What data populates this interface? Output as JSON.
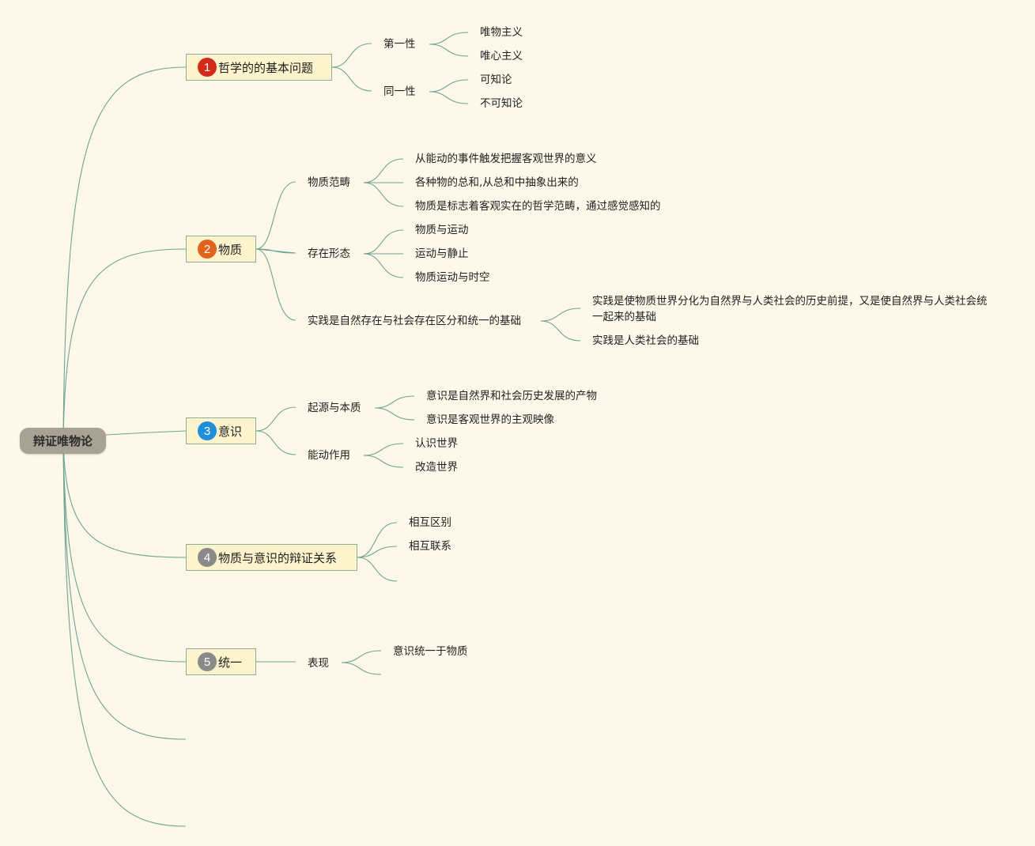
{
  "root": {
    "label": "辩证唯物论"
  },
  "colors": {
    "background": "#fdf8ea",
    "connector": "#6fa48f",
    "topic_fill": "#fdf3cc",
    "topic_border": "#8aae95",
    "root_fill": "#a8a294"
  },
  "topics": [
    {
      "marker": "1",
      "marker_color": "#d22b1c",
      "label": "哲学的的基本问题",
      "children": [
        {
          "label": "第一性",
          "children": [
            {
              "label": "唯物主义"
            },
            {
              "label": "唯心主义"
            }
          ]
        },
        {
          "label": "同一性",
          "children": [
            {
              "label": "可知论"
            },
            {
              "label": "不可知论"
            }
          ]
        }
      ]
    },
    {
      "marker": "2",
      "marker_color": "#e2631b",
      "label": "物质",
      "children": [
        {
          "label": "物质范畴",
          "children": [
            {
              "label": "从能动的事件触发把握客观世界的意义"
            },
            {
              "label": "各种物的总和,从总和中抽象出来的"
            },
            {
              "label": "物质是标志着客观实在的哲学范畴，通过感觉感知的"
            }
          ]
        },
        {
          "label": "存在形态",
          "children": [
            {
              "label": "物质与运动"
            },
            {
              "label": "运动与静止"
            },
            {
              "label": "物质运动与时空"
            }
          ]
        },
        {
          "label": "实践是自然存在与社会存在区分和统一的基础",
          "children": [
            {
              "label": "实践是使物质世界分化为自然界与人类社会的历史前提，又是使自然界与人类社会统一起来的基础"
            },
            {
              "label": "实践是人类社会的基础"
            }
          ]
        }
      ]
    },
    {
      "marker": "3",
      "marker_color": "#1e8fd8",
      "label": "意识",
      "children": [
        {
          "label": "起源与本质",
          "children": [
            {
              "label": "意识是自然界和社会历史发展的产物"
            },
            {
              "label": "意识是客观世界的主观映像"
            }
          ]
        },
        {
          "label": "能动作用",
          "children": [
            {
              "label": "认识世界"
            },
            {
              "label": "改造世界"
            }
          ]
        }
      ]
    },
    {
      "marker": "4",
      "marker_color": "#8a8a8a",
      "label": "物质与意识的辩证关系",
      "children": [
        {
          "label": "相互区别"
        },
        {
          "label": "相互联系"
        },
        {
          "label": ""
        }
      ]
    },
    {
      "marker": "5",
      "marker_color": "#8a8a8a",
      "label": "统一",
      "children": [
        {
          "label": "表现",
          "children": [
            {
              "label": "意识统一于物质"
            },
            {
              "label": ""
            }
          ]
        }
      ]
    }
  ]
}
